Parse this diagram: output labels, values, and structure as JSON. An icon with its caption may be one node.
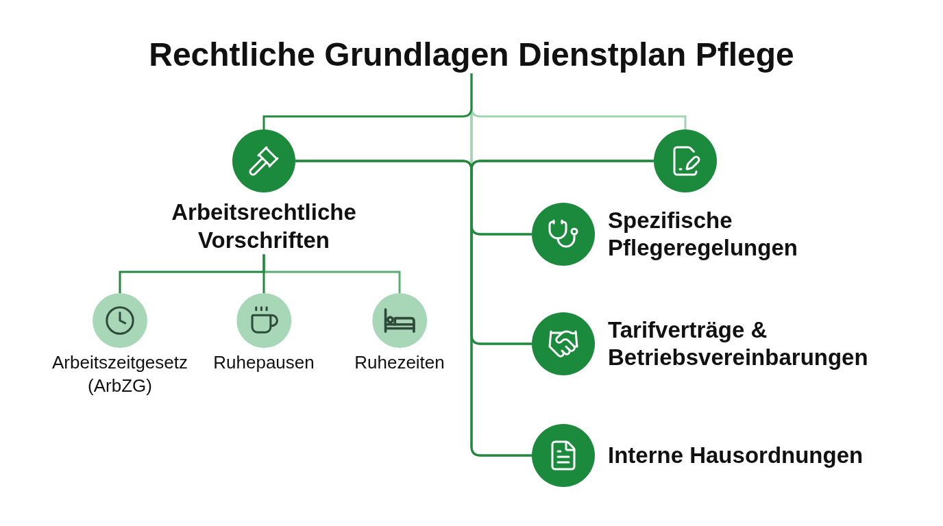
{
  "diagram": {
    "nodes": [
      {
        "text": [
          "Rechtliche Grundlagen Dienstplan Pflege"
        ]
      },
      {
        "text": [
          "Arbeitsrechtliche Vorschriften"
        ]
      },
      {
        "text": [],
        "shape": "circle"
      },
      {
        "text": [
          "Arbeitszeitgesetz (ArbZG)"
        ]
      },
      {
        "text": [
          "Ruhepausen"
        ]
      },
      {
        "text": [
          "Ruhezeiten"
        ]
      },
      {
        "text": [
          "Spezifische Pflegeregelungen"
        ]
      },
      {
        "text": [
          "Tarifverträge & Betriebsvereinbarungen"
        ]
      },
      {
        "text": [
          "Interne Hausordnungen"
        ]
      }
    ],
    "edges": [
      {
        "from": 0,
        "to": 1,
        "arrow": "none"
      },
      {
        "from": 0,
        "to": 2,
        "arrow": "none",
        "color": "#a3d3b3"
      },
      {
        "from": 1,
        "to": 3,
        "arrow": "none"
      },
      {
        "from": 1,
        "to": 4,
        "arrow": "none"
      },
      {
        "from": 1,
        "to": 5,
        "arrow": "none",
        "color": "#5aae72"
      },
      {
        "from": 1,
        "to": 6,
        "arrow": "none"
      },
      {
        "from": 1,
        "to": 7,
        "arrow": "none"
      },
      {
        "from": 1,
        "to": 8,
        "arrow": "none"
      },
      {
        "from": 2,
        "to": 6,
        "arrow": "none"
      },
      {
        "from": 2,
        "to": 7,
        "arrow": "none"
      },
      {
        "from": 2,
        "to": 8,
        "arrow": "none"
      },
      {
        "from": 0,
        "to": 6,
        "arrow": "none",
        "color": "#a3d3b3"
      },
      {
        "from": 0,
        "to": 7,
        "arrow": "none",
        "color": "#a3d3b3"
      },
      {
        "from": 0,
        "to": 8,
        "arrow": "none",
        "color": "#a3d3b3"
      }
    ]
  }
}
